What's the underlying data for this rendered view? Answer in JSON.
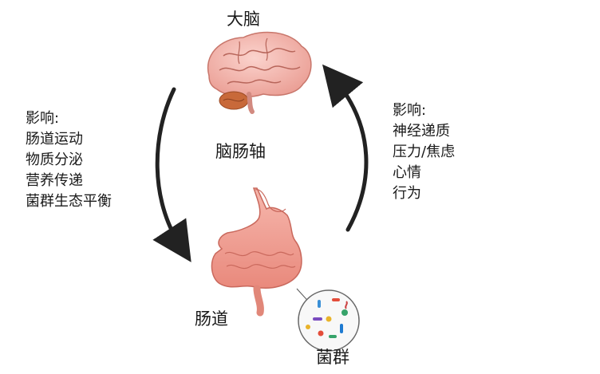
{
  "labels": {
    "brain": "大脑",
    "axis": "脑肠轴",
    "gut": "肠道",
    "microbes": "菌群"
  },
  "left_list": {
    "heading": "影响:",
    "items": [
      "肠道运动",
      "物质分泌",
      "营养传递",
      "菌群生态平衡"
    ]
  },
  "right_list": {
    "heading": "影响:",
    "items": [
      "神经递质",
      "压力/焦虑",
      "心情",
      "行为"
    ]
  }
}
